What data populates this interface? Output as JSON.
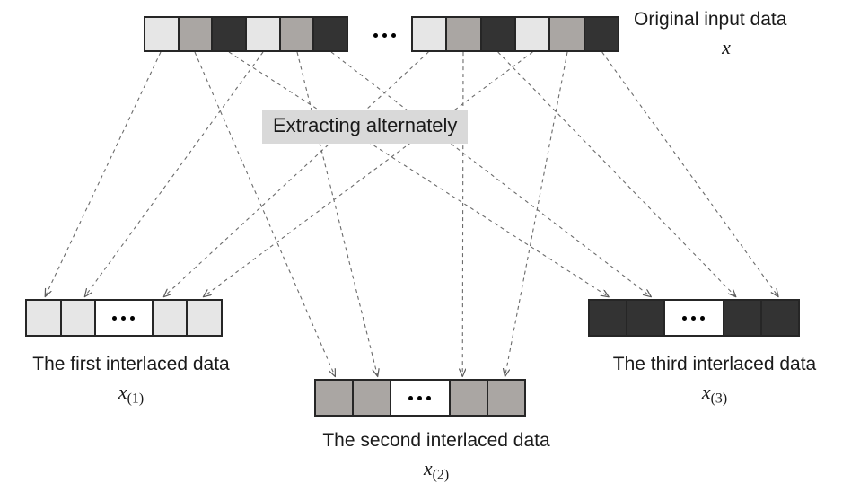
{
  "figure": {
    "title_text": "Extracting alternately",
    "background": "#ffffff",
    "border_color": "#262626"
  },
  "palette": {
    "light": "#e6e6e6",
    "medium": "#aaa6a3",
    "dark": "#333333",
    "white": "#ffffff",
    "label_bg": "#d9d9d9",
    "edge": "#6b6b6b"
  },
  "top_row": {
    "label": "Original input data",
    "variable": "x",
    "variable_sub": "",
    "gap_ellipsis": "...",
    "left_group_cells": [
      "light",
      "medium",
      "dark",
      "light",
      "medium",
      "dark"
    ],
    "right_group_cells": [
      "light",
      "medium",
      "dark",
      "light",
      "medium",
      "dark"
    ]
  },
  "outputs": [
    {
      "id": "first",
      "label": "The first interlaced data",
      "variable": "x",
      "variable_sub": "(1)",
      "shade": "light",
      "cells": [
        "light",
        "light",
        "ellipsis",
        "light",
        "light"
      ],
      "ellipsis": "..."
    },
    {
      "id": "second",
      "label": "The second interlaced data",
      "variable": "x",
      "variable_sub": "(2)",
      "shade": "medium",
      "cells": [
        "medium",
        "medium",
        "ellipsis",
        "medium",
        "medium"
      ],
      "ellipsis": "..."
    },
    {
      "id": "third",
      "label": "The third interlaced data",
      "variable": "x",
      "variable_sub": "(3)",
      "shade": "dark",
      "cells": [
        "dark",
        "dark",
        "ellipsis",
        "dark",
        "dark"
      ],
      "ellipsis": "..."
    }
  ],
  "edges": {
    "style": "dashed-arrow",
    "description": "Each top cell maps to the interlaced strip matching its shade",
    "mappings": [
      {
        "from_group": "left",
        "from_index": 0,
        "to": "first",
        "to_index": 0
      },
      {
        "from_group": "left",
        "from_index": 1,
        "to": "second",
        "to_index": 0
      },
      {
        "from_group": "left",
        "from_index": 2,
        "to": "third",
        "to_index": 0
      },
      {
        "from_group": "left",
        "from_index": 3,
        "to": "first",
        "to_index": 1
      },
      {
        "from_group": "left",
        "from_index": 4,
        "to": "second",
        "to_index": 1
      },
      {
        "from_group": "left",
        "from_index": 5,
        "to": "third",
        "to_index": 1
      },
      {
        "from_group": "right",
        "from_index": 0,
        "to": "first",
        "to_index": 3
      },
      {
        "from_group": "right",
        "from_index": 1,
        "to": "second",
        "to_index": 3
      },
      {
        "from_group": "right",
        "from_index": 2,
        "to": "third",
        "to_index": 3
      },
      {
        "from_group": "right",
        "from_index": 3,
        "to": "first",
        "to_index": 4
      },
      {
        "from_group": "right",
        "from_index": 4,
        "to": "second",
        "to_index": 4
      },
      {
        "from_group": "right",
        "from_index": 5,
        "to": "third",
        "to_index": 4
      }
    ]
  }
}
